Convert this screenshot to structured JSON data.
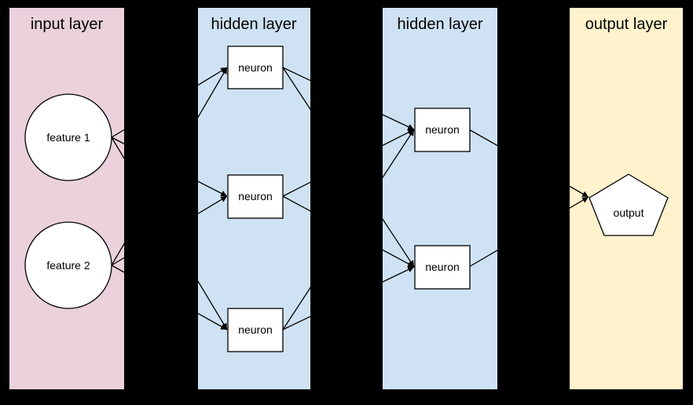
{
  "diagram": {
    "background_color": "#000000",
    "node_fill": "#FFFFFF",
    "line_color": "#000000",
    "layers": [
      {
        "title": "input layer",
        "color": "#EAD1DC",
        "nodes": [
          {
            "label": "feature 1",
            "shape": "circle"
          },
          {
            "label": "feature 2",
            "shape": "circle"
          }
        ]
      },
      {
        "title": "hidden layer",
        "color": "#CFE2F3",
        "nodes": [
          {
            "label": "neuron",
            "shape": "rectangle"
          },
          {
            "label": "neuron",
            "shape": "rectangle"
          },
          {
            "label": "neuron",
            "shape": "rectangle"
          }
        ]
      },
      {
        "title": "hidden layer",
        "color": "#CFE2F3",
        "nodes": [
          {
            "label": "neuron",
            "shape": "rectangle"
          },
          {
            "label": "neuron",
            "shape": "rectangle"
          }
        ]
      },
      {
        "title": "output layer",
        "color": "#FFF2CC",
        "nodes": [
          {
            "label": "output",
            "shape": "pentagon"
          }
        ]
      }
    ],
    "edges": [
      {
        "source_layer": 0,
        "source_node": 0,
        "target_layer": 1,
        "target_node": 0
      },
      {
        "source_layer": 0,
        "source_node": 0,
        "target_layer": 1,
        "target_node": 1
      },
      {
        "source_layer": 0,
        "source_node": 0,
        "target_layer": 1,
        "target_node": 2
      },
      {
        "source_layer": 0,
        "source_node": 1,
        "target_layer": 1,
        "target_node": 0
      },
      {
        "source_layer": 0,
        "source_node": 1,
        "target_layer": 1,
        "target_node": 1
      },
      {
        "source_layer": 0,
        "source_node": 1,
        "target_layer": 1,
        "target_node": 2
      },
      {
        "source_layer": 1,
        "source_node": 0,
        "target_layer": 2,
        "target_node": 0
      },
      {
        "source_layer": 1,
        "source_node": 0,
        "target_layer": 2,
        "target_node": 1
      },
      {
        "source_layer": 1,
        "source_node": 1,
        "target_layer": 2,
        "target_node": 0
      },
      {
        "source_layer": 1,
        "source_node": 1,
        "target_layer": 2,
        "target_node": 1
      },
      {
        "source_layer": 1,
        "source_node": 2,
        "target_layer": 2,
        "target_node": 0
      },
      {
        "source_layer": 1,
        "source_node": 2,
        "target_layer": 2,
        "target_node": 1
      },
      {
        "source_layer": 2,
        "source_node": 0,
        "target_layer": 3,
        "target_node": 0
      },
      {
        "source_layer": 2,
        "source_node": 1,
        "target_layer": 3,
        "target_node": 0
      }
    ]
  }
}
